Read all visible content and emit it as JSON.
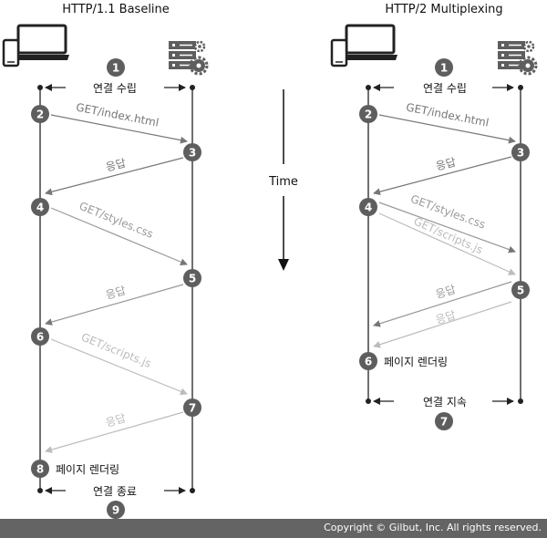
{
  "http1": {
    "title": "HTTP/1.1 Baseline",
    "connect": "연결 수립",
    "request_index": "GET/index.html",
    "response_1": "응답",
    "request_styles": "GET/styles.css",
    "response_2": "응답",
    "request_scripts": "GET/scripts.js",
    "response_3": "응답",
    "render": "페이지 렌더링",
    "close": "연결 종료",
    "steps": [
      "1",
      "2",
      "3",
      "4",
      "5",
      "6",
      "7",
      "8",
      "9"
    ]
  },
  "http2": {
    "title": "HTTP/2 Multiplexing",
    "connect": "연결 수립",
    "request_index": "GET/index.html",
    "response_1": "응답",
    "request_styles": "GET/styles.css",
    "request_scripts": "GET/scripts.js",
    "response_2": "응답",
    "response_3": "응답",
    "render": "페이지 렌더링",
    "persist": "연결 지속",
    "steps": [
      "1",
      "2",
      "3",
      "4",
      "5",
      "6",
      "7"
    ]
  },
  "time_label": "Time",
  "copyright": "Copyright © Gilbut, Inc. All rights reserved.",
  "colors": {
    "dark_arrow": "#777777",
    "light_arrow": "#bcbcbc",
    "badge": "#5e5e5e",
    "line": "#222222",
    "footer": "#646464"
  },
  "icons": [
    "laptop-icon",
    "phone-icon",
    "server-icon",
    "gear-icon"
  ]
}
